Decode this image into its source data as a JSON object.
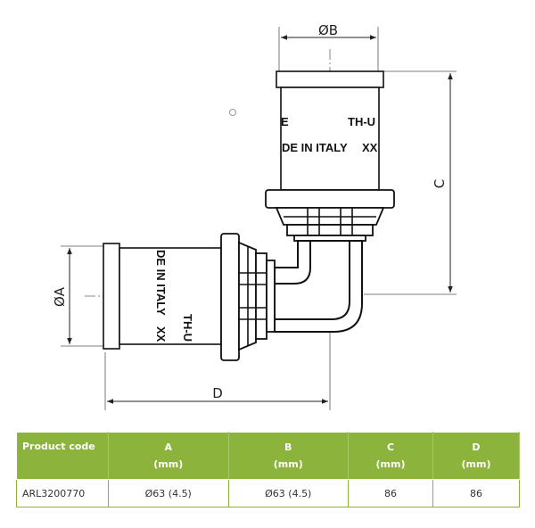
{
  "diagram": {
    "dimension_labels": {
      "diameter_b": "ØB",
      "diameter_a": "ØA",
      "length_c": "C",
      "length_d": "D"
    },
    "pipe_markings": {
      "vertical_brand": "TH-U",
      "vertical_origin": "DE IN ITALY",
      "vertical_fragment_1": "E",
      "vertical_fragment_2": "XX",
      "horizontal_origin": "DE IN ITALY",
      "horizontal_brand": "TH-U",
      "horizontal_fragment": "XX"
    }
  },
  "table": {
    "headers": [
      {
        "line1": "Product code",
        "line2": ""
      },
      {
        "line1": "A",
        "line2": "(mm)"
      },
      {
        "line1": "B",
        "line2": "(mm)"
      },
      {
        "line1": "C",
        "line2": "(mm)"
      },
      {
        "line1": "D",
        "line2": "(mm)"
      }
    ],
    "rows": [
      [
        "ARL3200770",
        "Ø63 (4.5)",
        "Ø63 (4.5)",
        "86",
        "86"
      ]
    ]
  }
}
